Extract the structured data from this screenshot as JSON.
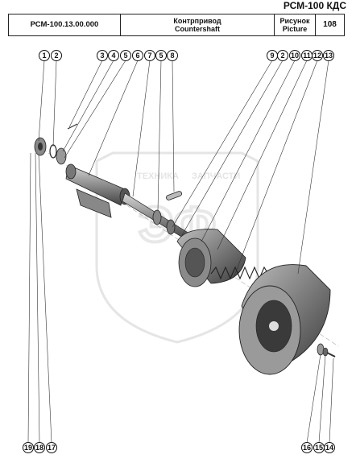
{
  "model_title": "РСМ-100 КДС",
  "header": {
    "part_code": "РСМ-100.13.00.000",
    "title_ru": "Контрпривод",
    "title_en": "Countershaft",
    "figure_ru": "Рисунок",
    "figure_en": "Picture",
    "figure_number": "108"
  },
  "watermark": {
    "line1": "ТЕХНИКА",
    "line2": "ЗАПЧАСТИ",
    "logo": "ЭФ"
  },
  "callouts": {
    "c1": "1",
    "c2": "2",
    "c3": "3",
    "c4": "4",
    "c5": "5",
    "c6": "6",
    "c7": "7",
    "c5b": "5",
    "c8": "8",
    "c9": "9",
    "c2b": "2",
    "c10": "10",
    "c11": "11",
    "c12": "12",
    "c13": "13",
    "c19": "19",
    "c18": "18",
    "c17": "17",
    "c16": "16",
    "c15": "15",
    "c14": "14"
  },
  "colors": {
    "line": "#222222",
    "part_fill": "#9a9a9a",
    "part_dark": "#3a3a3a",
    "watermark": "#d8d8d8"
  }
}
